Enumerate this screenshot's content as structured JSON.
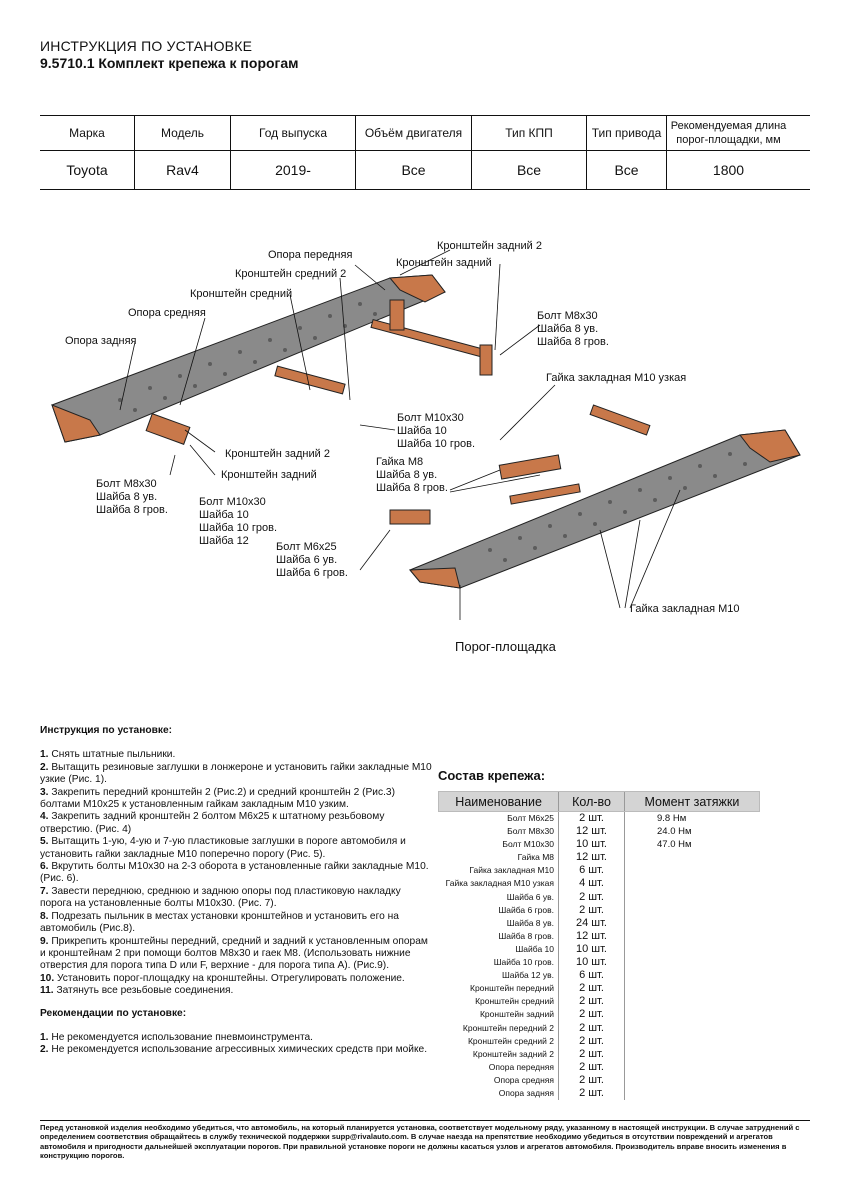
{
  "header": {
    "title": "ИНСТРУКЦИЯ ПО УСТАНОВКЕ",
    "subtitle": "9.5710.1 Комплект крепежа к порогам"
  },
  "vehicle_table": {
    "headers": [
      "Марка",
      "Модель",
      "Год выпуска",
      "Объём двигателя",
      "Тип КПП",
      "Тип привода",
      "Рекомендуемая длина порог-площадки, мм"
    ],
    "row": [
      "Toyota",
      "Rav4",
      "2019-",
      "Все",
      "Все",
      "Все",
      "1800"
    ]
  },
  "diagram": {
    "labels": {
      "opora_perednyaya": "Опора передняя",
      "kronsht_sred_2_top": "Кронштейн средний 2",
      "kronsht_sred_top": "Кронштейн средний",
      "opora_srednyaya": "Опора средняя",
      "opora_zadnyaya": "Опора задняя",
      "kronsht_zad_2_top": "Кронштейн задний 2",
      "kronsht_zad_top": "Кронштейн задний",
      "bolt_m8_right": "Болт М8х30\nШайба 8 ув.\nШайба 8 гров.",
      "gayka_m10_uzkaya": "Гайка закладная М10 узкая",
      "bolt_m10_mid": "Болт М10х30\nШайба 10\nШайба 10 гров.",
      "kronsht_zad_2_left": "Кронштейн задний 2",
      "kronsht_zad_left": "Кронштейн задний",
      "gayka_m8": "Гайка М8\nШайба 8 ув.\nШайба 8 гров.",
      "bolt_m8_left": "Болт М8х30\nШайба 8 ув.\nШайба 8 гров.",
      "bolt_m10_left": "Болт М10х30\nШайба 10\nШайба 10 гров.\nШайба 12",
      "bolt_m6": "Болт М6х25\nШайба 6 ув.\nШайба 6 гров.",
      "gayka_m10": "Гайка закладная М10",
      "porog": "Порог-площадка"
    }
  },
  "instructions": {
    "heading": "Инструкция по установке:",
    "steps": [
      {
        "num": "1.",
        "text": " Снять штатные пыльники."
      },
      {
        "num": "2.",
        "text": " Вытащить резиновые заглушки в лонжероне и установить гайки закладные М10 узкие (Рис. 1)."
      },
      {
        "num": "3.",
        "text": " Закрепить передний кронштейн 2 (Рис.2) и средний кронштейн 2 (Рис.3) болтами М10х25 к установленным гайкам закладным М10 узким."
      },
      {
        "num": "4.",
        "text": " Закрепить задний кронштейн 2 болтом М6х25 к штатному резьбовому отверстию. (Рис. 4)"
      },
      {
        "num": "5.",
        "text": " Вытащить 1-ую, 4-ую и 7-ую пластиковые заглушки в пороге автомобиля и установить гайки закладные М10 поперечно порогу (Рис. 5)."
      },
      {
        "num": "6.",
        "text": " Вкрутить болты М10х30 на 2-3 оборота в установленные гайки закладные М10. (Рис. 6)."
      },
      {
        "num": "7.",
        "text": " Завести переднюю, среднюю и заднюю опоры под пластиковую накладку порога на установленные болты М10х30. (Рис. 7)."
      },
      {
        "num": "8.",
        "text": " Подрезать пыльник в местах установки кронштейнов и установить его на автомобиль (Рис.8)."
      },
      {
        "num": "9.",
        "text": " Прикрепить кронштейны передний, средний и задний к установленным опорам и кронштейнам 2 при помощи болтов М8х30 и гаек М8. (Использовать нижние отверстия для порога типа D или F, верхние - для порога типа А). (Рис.9)."
      },
      {
        "num": "10.",
        "text": " Установить порог-площадку на кронштейны. Отрегулировать положение."
      },
      {
        "num": "11.",
        "text": " Затянуть все резьбовые соединения."
      }
    ],
    "rec_heading": "Рекомендации по установке:",
    "recs": [
      {
        "num": "1.",
        "text": " Не рекомендуется использование пневмоинструмента."
      },
      {
        "num": "2.",
        "text": " Не рекомендуется использование агрессивных химических средств при мойке."
      }
    ]
  },
  "parts": {
    "title": "Состав крепежа:",
    "headers": [
      "Наименование",
      "Кол-во",
      "Момент затяжки"
    ],
    "rows": [
      [
        "Болт М6х25",
        "2 шт.",
        "9.8 Нм"
      ],
      [
        "Болт М8х30",
        "12 шт.",
        "24.0 Нм"
      ],
      [
        "Болт М10х30",
        "10 шт.",
        "47.0 Нм"
      ],
      [
        "Гайка М8",
        "12 шт.",
        ""
      ],
      [
        "Гайка закладная М10",
        "6 шт.",
        ""
      ],
      [
        "Гайка закладная М10 узкая",
        "4 шт.",
        ""
      ],
      [
        "Шайба 6 ув.",
        "2 шт.",
        ""
      ],
      [
        "Шайба 6 гров.",
        "2 шт.",
        ""
      ],
      [
        "Шайба 8 ув.",
        "24 шт.",
        ""
      ],
      [
        "Шайба 8 гров.",
        "12 шт.",
        ""
      ],
      [
        "Шайба 10",
        "10 шт.",
        ""
      ],
      [
        "Шайба 10 гров.",
        "10 шт.",
        ""
      ],
      [
        "Шайба 12 ув.",
        "6 шт.",
        ""
      ],
      [
        "Кронштейн передний",
        "2 шт.",
        ""
      ],
      [
        "Кронштейн средний",
        "2 шт.",
        ""
      ],
      [
        "Кронштейн задний",
        "2 шт.",
        ""
      ],
      [
        "Кронштейн передний 2",
        "2 шт.",
        ""
      ],
      [
        "Кронштейн средний 2",
        "2 шт.",
        ""
      ],
      [
        "Кронштейн задний 2",
        "2 шт.",
        ""
      ],
      [
        "Опора передняя",
        "2 шт.",
        ""
      ],
      [
        "Опора средняя",
        "2 шт.",
        ""
      ],
      [
        "Опора задняя",
        "2 шт.",
        ""
      ]
    ]
  },
  "footer": {
    "text": "Перед установкой изделия необходимо убедиться, что автомобиль, на который планируется установка, соответствует модельному ряду, указанному в настоящей инструкции. В случае затруднений с определением соответствия обращайтесь в службу технической поддержки supp@rivalauto.com. В случае наезда на препятствие необходимо убедиться в отсутствии повреждений и агрегатов автомобиля и пригодности дальнейшей эксплуатации порогов. При правильной установке пороги не должны касаться узлов и агрегатов автомобиля. Производитель вправе вносить изменения в конструкцию порогов."
  },
  "colors": {
    "part_fill": "#c8784a",
    "board_fill": "#8a8a8a",
    "line": "#111111"
  }
}
